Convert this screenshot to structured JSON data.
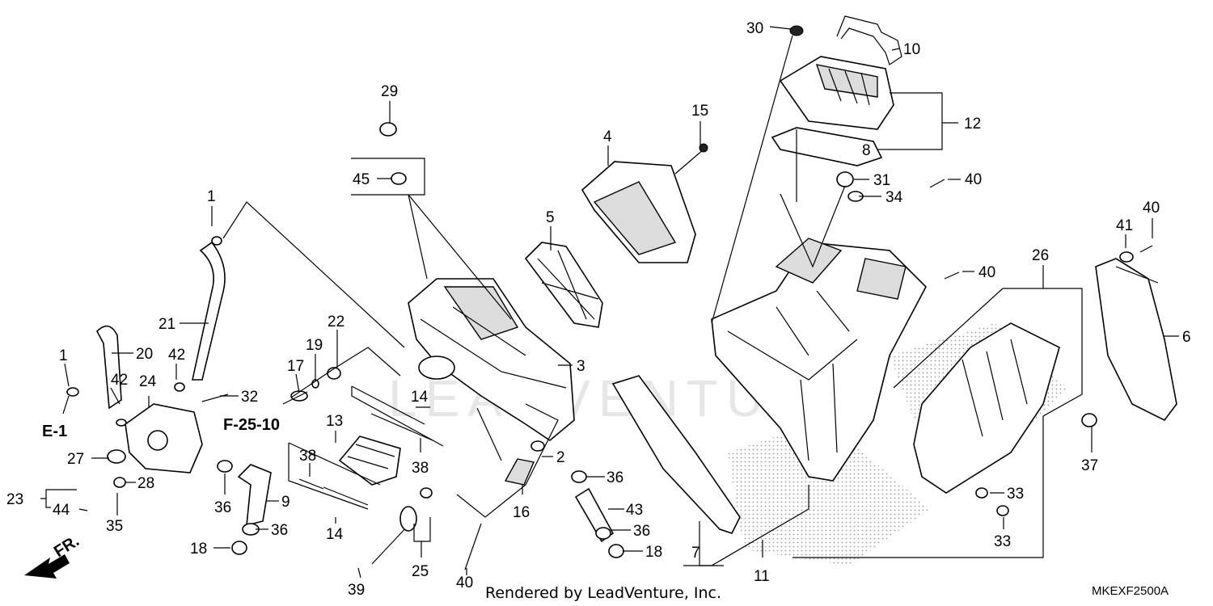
{
  "diagram": {
    "watermark_text": "LEADVENTURE",
    "footer_text": "Rendered by LeadVenture, Inc.",
    "diagram_code": "MKEXF2500A",
    "direction_label": "FR.",
    "cross_references": [
      "E-1",
      "F-25-10"
    ],
    "callouts": {
      "c1a": "1",
      "c1b": "1",
      "c2": "2",
      "c3": "3",
      "c4": "4",
      "c5": "5",
      "c6": "6",
      "c7": "7",
      "c8": "8",
      "c9": "9",
      "c10": "10",
      "c11": "11",
      "c12": "12",
      "c13": "13",
      "c14a": "14",
      "c14b": "14",
      "c15": "15",
      "c16": "16",
      "c17": "17",
      "c18a": "18",
      "c18b": "18",
      "c19": "19",
      "c20": "20",
      "c21": "21",
      "c22": "22",
      "c23": "23",
      "c24": "24",
      "c25": "25",
      "c26": "26",
      "c27": "27",
      "c28": "28",
      "c29": "29",
      "c30": "30",
      "c31": "31",
      "c32": "32",
      "c33a": "33",
      "c33b": "33",
      "c34": "34",
      "c35": "35",
      "c36a": "36",
      "c36b": "36",
      "c36c": "36",
      "c36d": "36",
      "c37": "37",
      "c38a": "38",
      "c38b": "38",
      "c39": "39",
      "c40a": "40",
      "c40b": "40",
      "c40c": "40",
      "c40d": "40",
      "c41": "41",
      "c42a": "42",
      "c42b": "42",
      "c43": "43",
      "c44": "44",
      "c45": "45"
    }
  }
}
